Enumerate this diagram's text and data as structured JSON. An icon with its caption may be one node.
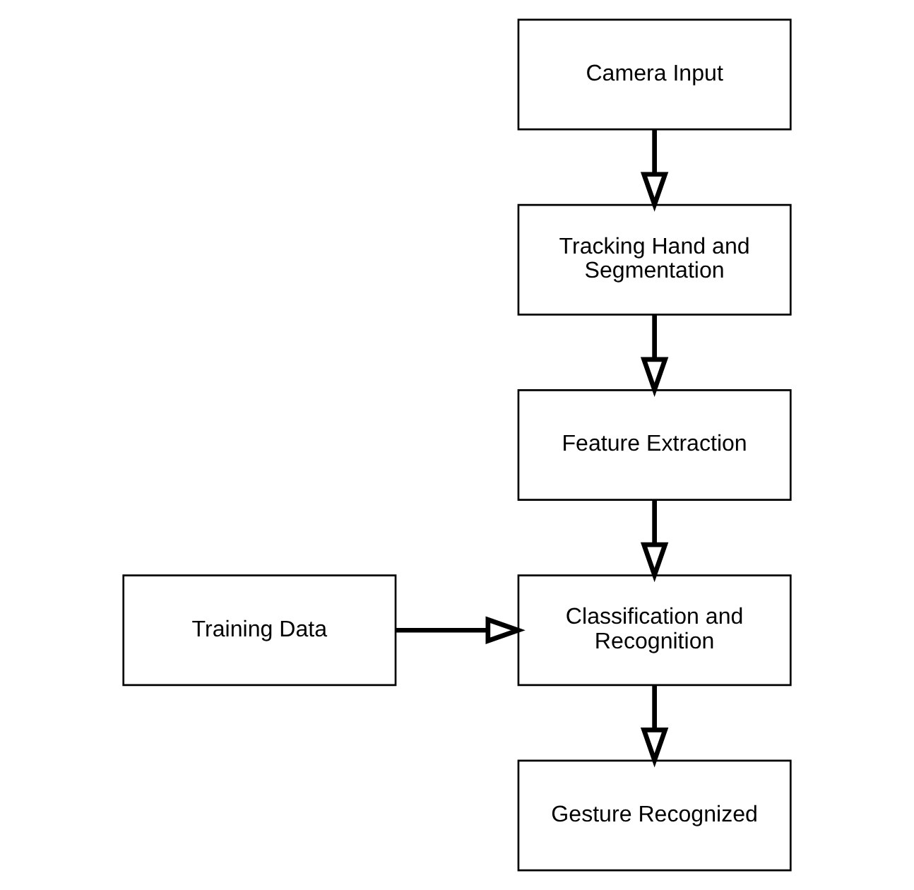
{
  "diagram": {
    "nodes": [
      {
        "text": [
          "Camera Input"
        ]
      },
      {
        "text": [
          "Tracking Hand and Segmentation"
        ]
      },
      {
        "text": [
          "Feature Extraction"
        ]
      },
      {
        "text": [
          "Training Data"
        ]
      },
      {
        "text": [
          "Classification and Recognition"
        ]
      },
      {
        "text": [
          "Gesture Recognized"
        ]
      }
    ],
    "edges": [
      {
        "from": 0,
        "to": 1,
        "arrow": "to"
      },
      {
        "from": 1,
        "to": 2,
        "arrow": "to"
      },
      {
        "from": 2,
        "to": 4,
        "arrow": "to"
      },
      {
        "from": 3,
        "to": 4,
        "arrow": "to"
      },
      {
        "from": 4,
        "to": 5,
        "arrow": "to"
      }
    ]
  }
}
